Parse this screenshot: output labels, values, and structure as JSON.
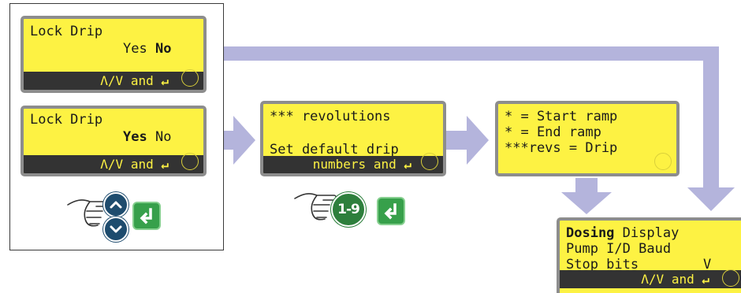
{
  "screens": {
    "lock_drip_no": {
      "line1": "Lock Drip",
      "yes": "Yes",
      "no": "No",
      "selected": "No",
      "bar": "Λ/V and",
      "enter_glyph": "↵"
    },
    "lock_drip_yes": {
      "line1": "Lock Drip",
      "yes": "Yes",
      "no": "No",
      "selected": "Yes",
      "bar": "Λ/V and",
      "enter_glyph": "↵"
    },
    "revolutions": {
      "line1": "*** revolutions",
      "line2": "",
      "line3": "Set default drip",
      "bar": "numbers and",
      "enter_glyph": "↵"
    },
    "ramp_info": {
      "line1": "* = Start ramp",
      "line2": "* = End ramp",
      "line3": "***revs = Drip"
    },
    "dosing_menu": {
      "item1_bold": "Dosing",
      "item1_rest": " Display",
      "item2": "Pump I/D Baud",
      "item3": "Stop bits",
      "scroll_indicator": "V",
      "bar": "Λ/V and",
      "enter_glyph": "↵"
    }
  },
  "keypad": {
    "up_icon": "chevron-up-icon",
    "down_icon": "chevron-down-icon",
    "enter_icon": "enter-icon",
    "number_key_label": "1-9",
    "pointer_icon": "pointing-hand-icon"
  },
  "colors": {
    "lcd_background": "#fdf243",
    "lcd_bezel": "#8d8d8d",
    "lcd_bar": "#333333",
    "arrow": "#b4b4dc",
    "nav_button": "#1e4c6e",
    "enter_button": "#37a04b",
    "number_button": "#2d7f3c"
  }
}
